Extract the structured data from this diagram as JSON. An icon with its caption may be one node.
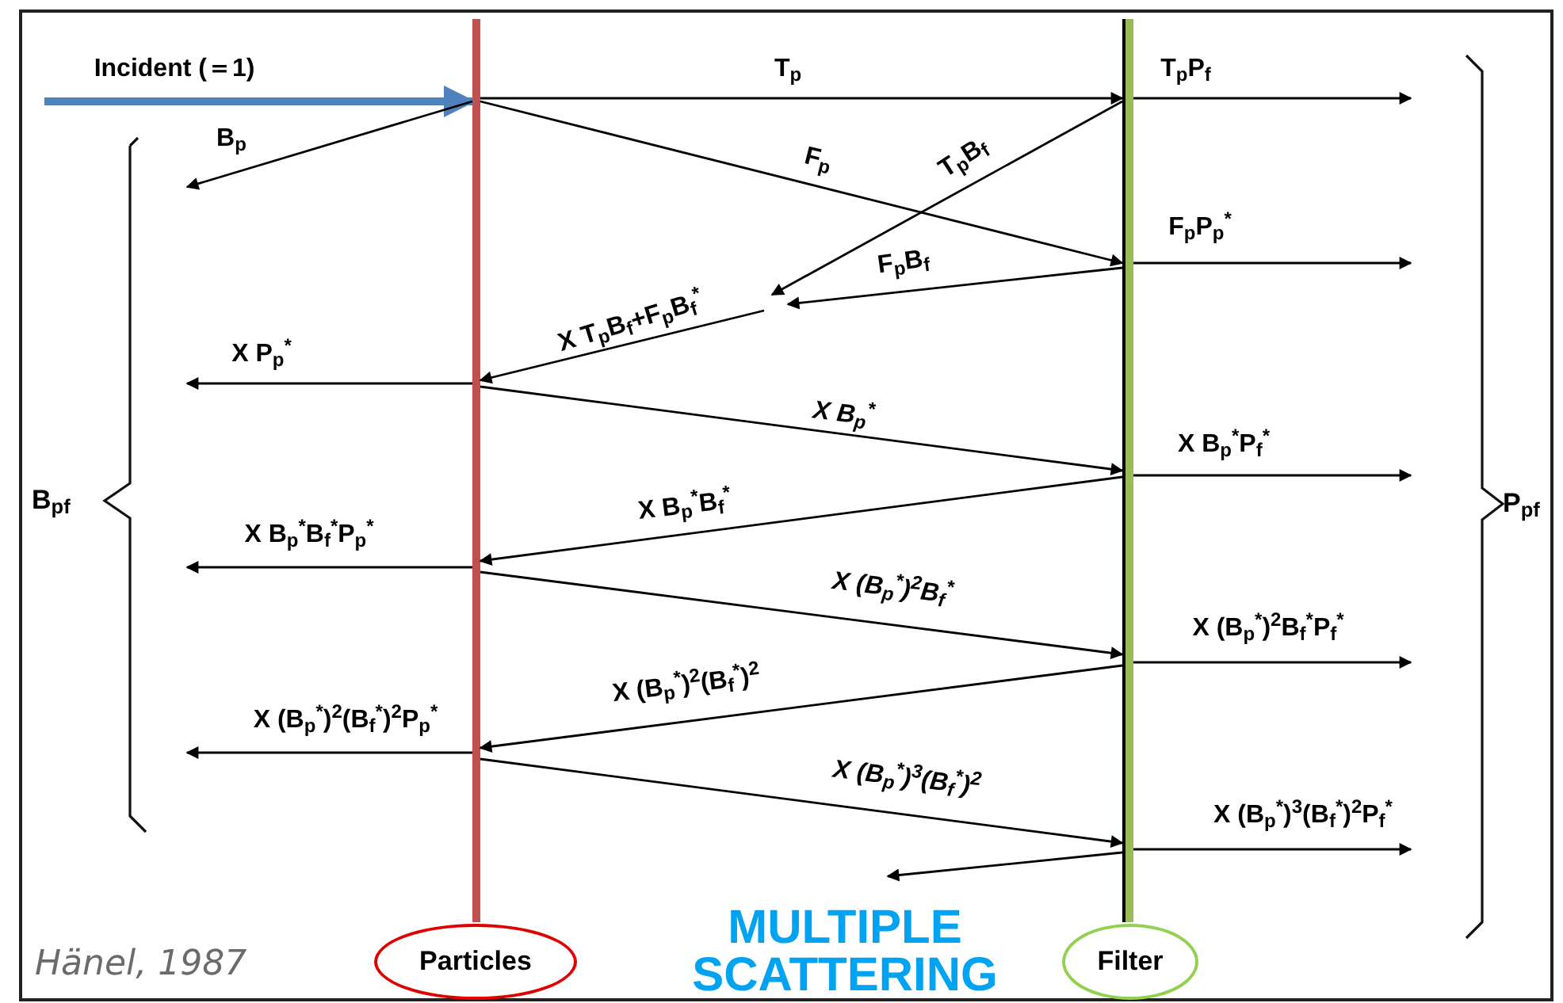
{
  "diagram": {
    "nodes": [
      {
        "text": [],
        "shape": "bar"
      },
      {
        "text": [],
        "shape": "bar"
      },
      {
        "text": [
          "Particles"
        ]
      },
      {
        "text": [
          "Filter"
        ]
      }
    ],
    "edges": [
      {
        "from": null,
        "to": 0,
        "arrow": "to",
        "label": "Incident (＝1)",
        "style": "thick",
        "color": "#4f81bd"
      },
      {
        "from": 0,
        "to": 1,
        "arrow": "to",
        "label": "T$_{p}$"
      },
      {
        "from": 0,
        "to": null,
        "arrow": "to",
        "label": "B$_{p}$"
      },
      {
        "from": 0,
        "to": 1,
        "arrow": "to",
        "label": "F$_{p}$"
      },
      {
        "from": 1,
        "to": null,
        "arrow": "to",
        "label": "T$_{p}$B$_{f}$"
      },
      {
        "from": 1,
        "to": null,
        "arrow": "to",
        "label": "F$_{p}$B$_{f}$"
      },
      {
        "from": null,
        "to": 0,
        "arrow": "to",
        "label": "X T$_{p}$B$_{f}$+F$_{p}$B$_{f}$$^{*}$"
      },
      {
        "from": 1,
        "to": null,
        "arrow": "to",
        "label": "T$_{p}$P$_{f}$"
      },
      {
        "from": 1,
        "to": null,
        "arrow": "to",
        "label": "F$_{p}$P$_{p}$$^{*}$"
      },
      {
        "from": 0,
        "to": null,
        "arrow": "to",
        "label": "X P$_{p}$$^{*}$"
      },
      {
        "from": 0,
        "to": 1,
        "arrow": "to",
        "label": "X B$_{p}$$^{*}$"
      },
      {
        "from": 1,
        "to": null,
        "arrow": "to",
        "label": "X B$_{p}$$^{*}$P$_{f}$$^{*}$"
      },
      {
        "from": 1,
        "to": 0,
        "arrow": "to",
        "label": "X B$_{p}$$^{*}$B$_{f}$$^{*}$"
      },
      {
        "from": 0,
        "to": null,
        "arrow": "to",
        "label": "X B$_{p}$$^{*}$B$_{f}$$^{*}$P$_{p}$$^{*}$"
      },
      {
        "from": 0,
        "to": 1,
        "arrow": "to",
        "label": "X (B$_{p}$$^{*}$)$^{2}$B$_{f}$$^{*}$"
      },
      {
        "from": 1,
        "to": null,
        "arrow": "to",
        "label": "X (B$_{p}$$^{*}$)$^{2}$B$_{f}$$^{*}$P$_{f}$$^{*}$"
      },
      {
        "from": 1,
        "to": 0,
        "arrow": "to",
        "label": "X (B$_{p}$$^{*}$)$^{2}$(B$_{f}$$^{*}$)$^{2}$"
      },
      {
        "from": 0,
        "to": null,
        "arrow": "to",
        "label": "X (B$_{p}$$^{*}$)$^{2}$(B$_{f}$$^{*}$)$^{2}$P$_{p}$$^{*}$"
      },
      {
        "from": 0,
        "to": 1,
        "arrow": "to",
        "label": "X (B$_{p}$$^{*}$)$^{3}$(B$_{f}$$^{*}$)$^{2}$"
      },
      {
        "from": 1,
        "to": null,
        "arrow": "to",
        "label": "X (B$_{p}$$^{*}$)$^{3}$(B$_{f}$$^{*}$)$^{2}$P$_{f}$$^{*}$"
      },
      {
        "from": 1,
        "to": null,
        "arrow": "to"
      }
    ],
    "labels": [
      "B$_{pf}$",
      "P$_{pf}$",
      "Hänel, 1987",
      "MULTIPLE SCATTERING"
    ]
  }
}
